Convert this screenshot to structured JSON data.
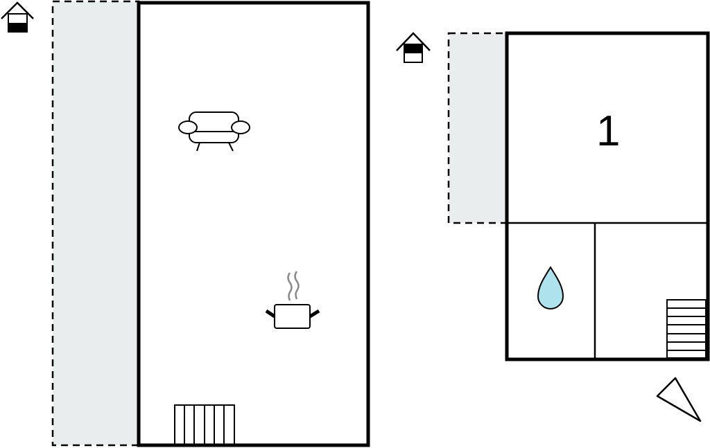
{
  "floors": [
    {
      "name": "ground-floor",
      "icon": "house-ground-floor-icon",
      "rooms": [],
      "furniture": [
        "sofa-icon",
        "cooking-pot-icon",
        "stairs"
      ]
    },
    {
      "name": "first-floor",
      "icon": "house-first-floor-icon",
      "rooms": [
        {
          "label": "1"
        }
      ],
      "furniture": [
        "water-drop-icon",
        "stairs"
      ]
    }
  ],
  "colors": {
    "terrace": "#eaeded",
    "water": "#aee3ee",
    "wall": "#000000",
    "steam": "#808080"
  },
  "compass": "north-arrow-icon"
}
